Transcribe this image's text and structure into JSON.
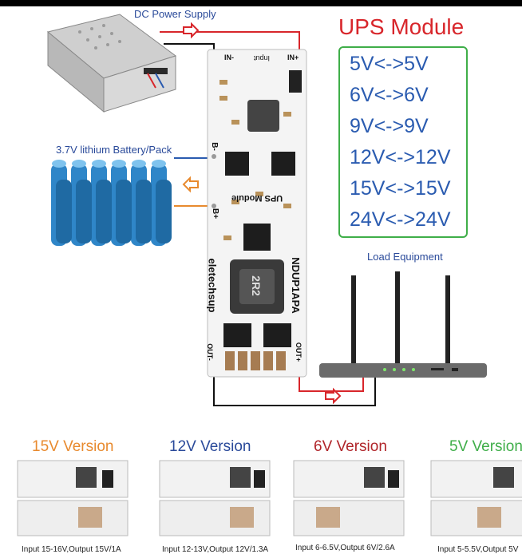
{
  "labels": {
    "power_supply": "DC Power Supply",
    "battery": "3.7V lithium Battery/Pack",
    "load": "Load Equipment",
    "ups_title": "UPS Module"
  },
  "voltage_list": [
    "5V<->5V",
    "6V<->6V",
    "9V<->9V",
    "12V<->12V",
    "15V<->15V",
    "24V<->24V"
  ],
  "board": {
    "model": "NDUP1APA",
    "brand": "eletechsup",
    "name": "UPS Module",
    "inductor": "2R2",
    "pins": {
      "in_minus": "IN-",
      "input": "Input",
      "in_plus": "IN+",
      "b_minus": "B-",
      "b_plus": "B+",
      "out_minus": "OUT-",
      "out_plus": "OUT+"
    }
  },
  "versions": [
    {
      "title": "15V Version",
      "caption": "Input 15-16V,Output 15V/1A",
      "color": "#e88a2e"
    },
    {
      "title": "12V Version",
      "caption": "Input 12-13V,Output 12V/1.3A",
      "color": "#2a4a9a"
    },
    {
      "title": "6V Version",
      "caption": "Input 6-6.5V,Output 6V/2.6A",
      "color": "#b0252a"
    },
    {
      "title": "5V Version",
      "caption": "Input 5-5.5V,Output 5V",
      "color": "#3fae49"
    }
  ],
  "colors": {
    "title_red": "#d8262b",
    "list_blue": "#2a5bb0",
    "box_green": "#3fae49",
    "wire_red": "#d8262b",
    "wire_black": "#111111",
    "wire_orange": "#e88a2e",
    "battery_blue": "#2f86c8"
  }
}
